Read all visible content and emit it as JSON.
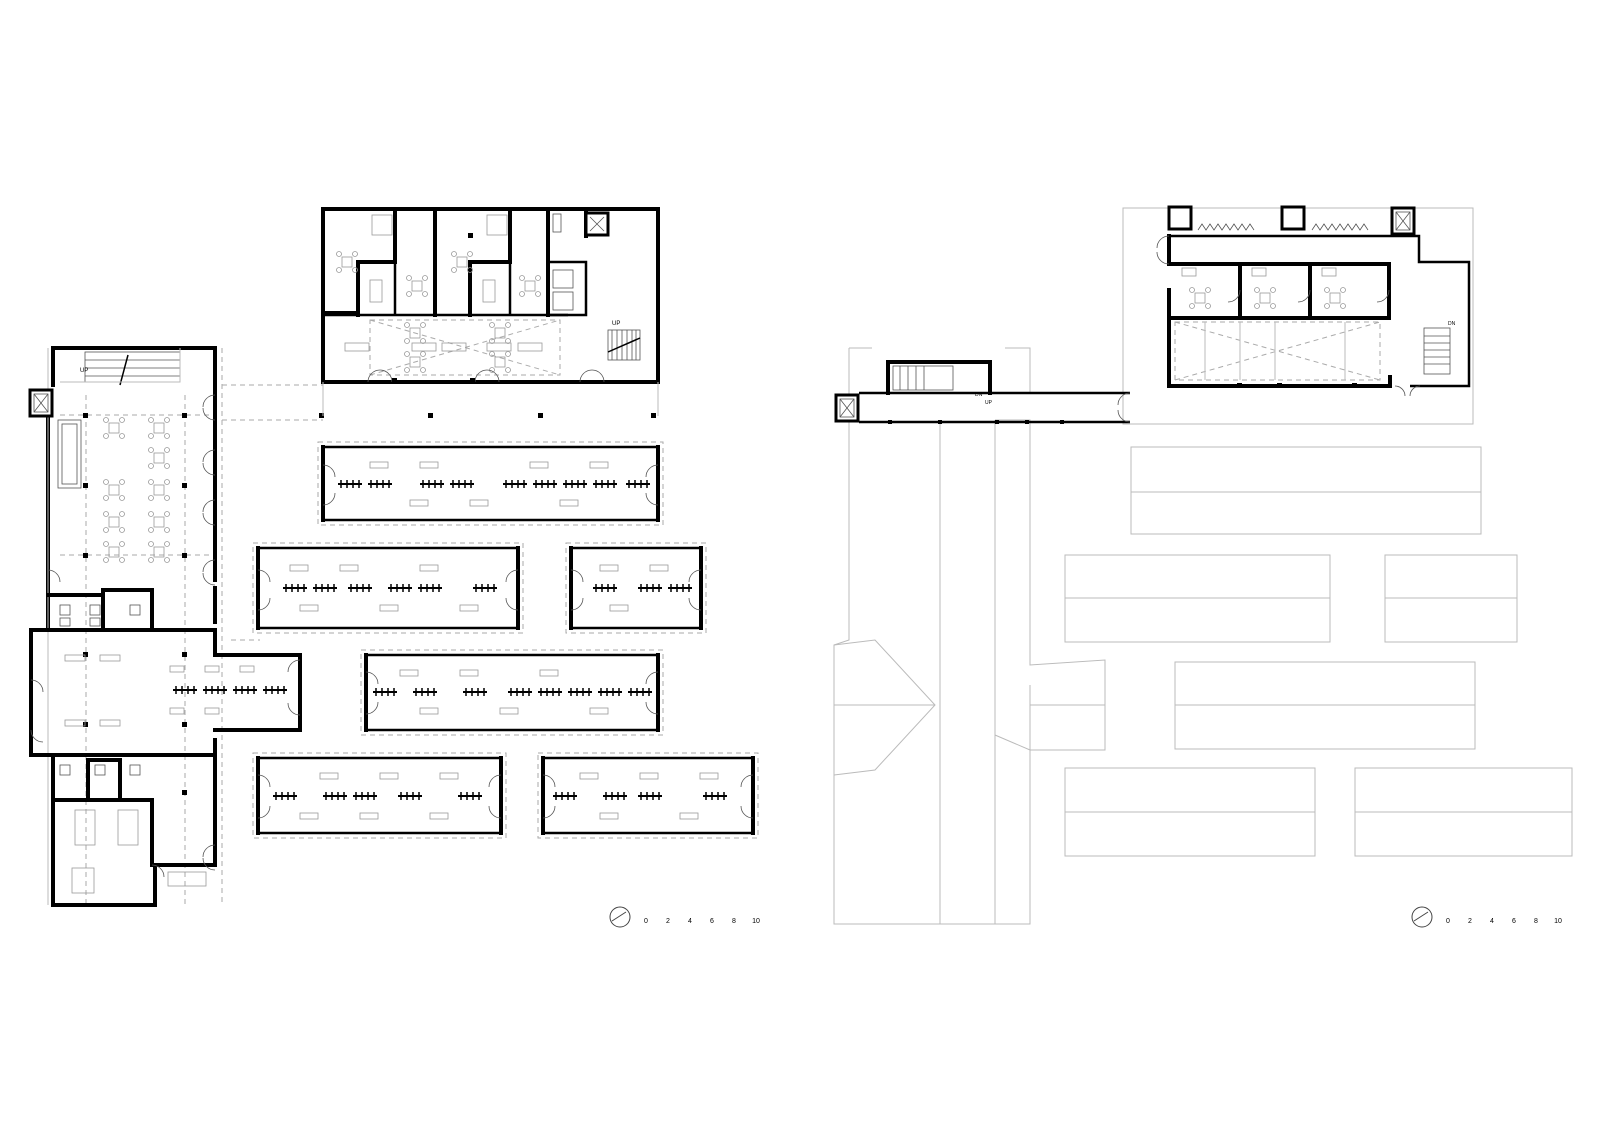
{
  "labels": {
    "stair_up_1": "UP",
    "stair_up_2": "UP",
    "stair_dn_1": "DN",
    "stair_dn_2": "DN",
    "stair_up_3": "UP"
  },
  "scale_bar_left": {
    "ticks": [
      "0",
      "2",
      "4",
      "6",
      "8",
      "10"
    ]
  },
  "scale_bar_right": {
    "ticks": [
      "0",
      "2",
      "4",
      "6",
      "8",
      "10"
    ]
  },
  "icons": [
    "north-arrow-icon",
    "elevator-icon",
    "stair-icon",
    "door-swing-icon",
    "chair-table-icon"
  ]
}
